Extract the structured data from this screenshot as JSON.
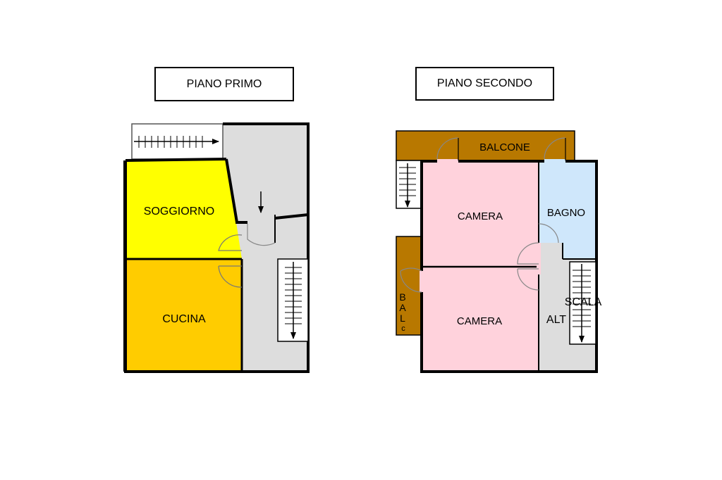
{
  "floor1": {
    "title": "PIANO PRIMO",
    "rooms": {
      "soggiorno": "SOGGIORNO",
      "cucina": "CUCINA"
    }
  },
  "floor2": {
    "title": "PIANO SECONDO",
    "rooms": {
      "balcone": "BALCONE",
      "camera_top": "CAMERA",
      "bagno": "BAGNO",
      "camera_bottom": "CAMERA",
      "scala": "SCALA",
      "alt": "ALT",
      "balc_side": [
        "B",
        "A",
        "L",
        "c"
      ]
    }
  },
  "colors": {
    "soggiorno": "#ffff00",
    "cucina": "#ffcc00",
    "corridor": "#dddddd",
    "camera": "#ffd2dc",
    "bagno": "#cfe7fb",
    "balcone": "#b87800",
    "wall": "#000000"
  }
}
